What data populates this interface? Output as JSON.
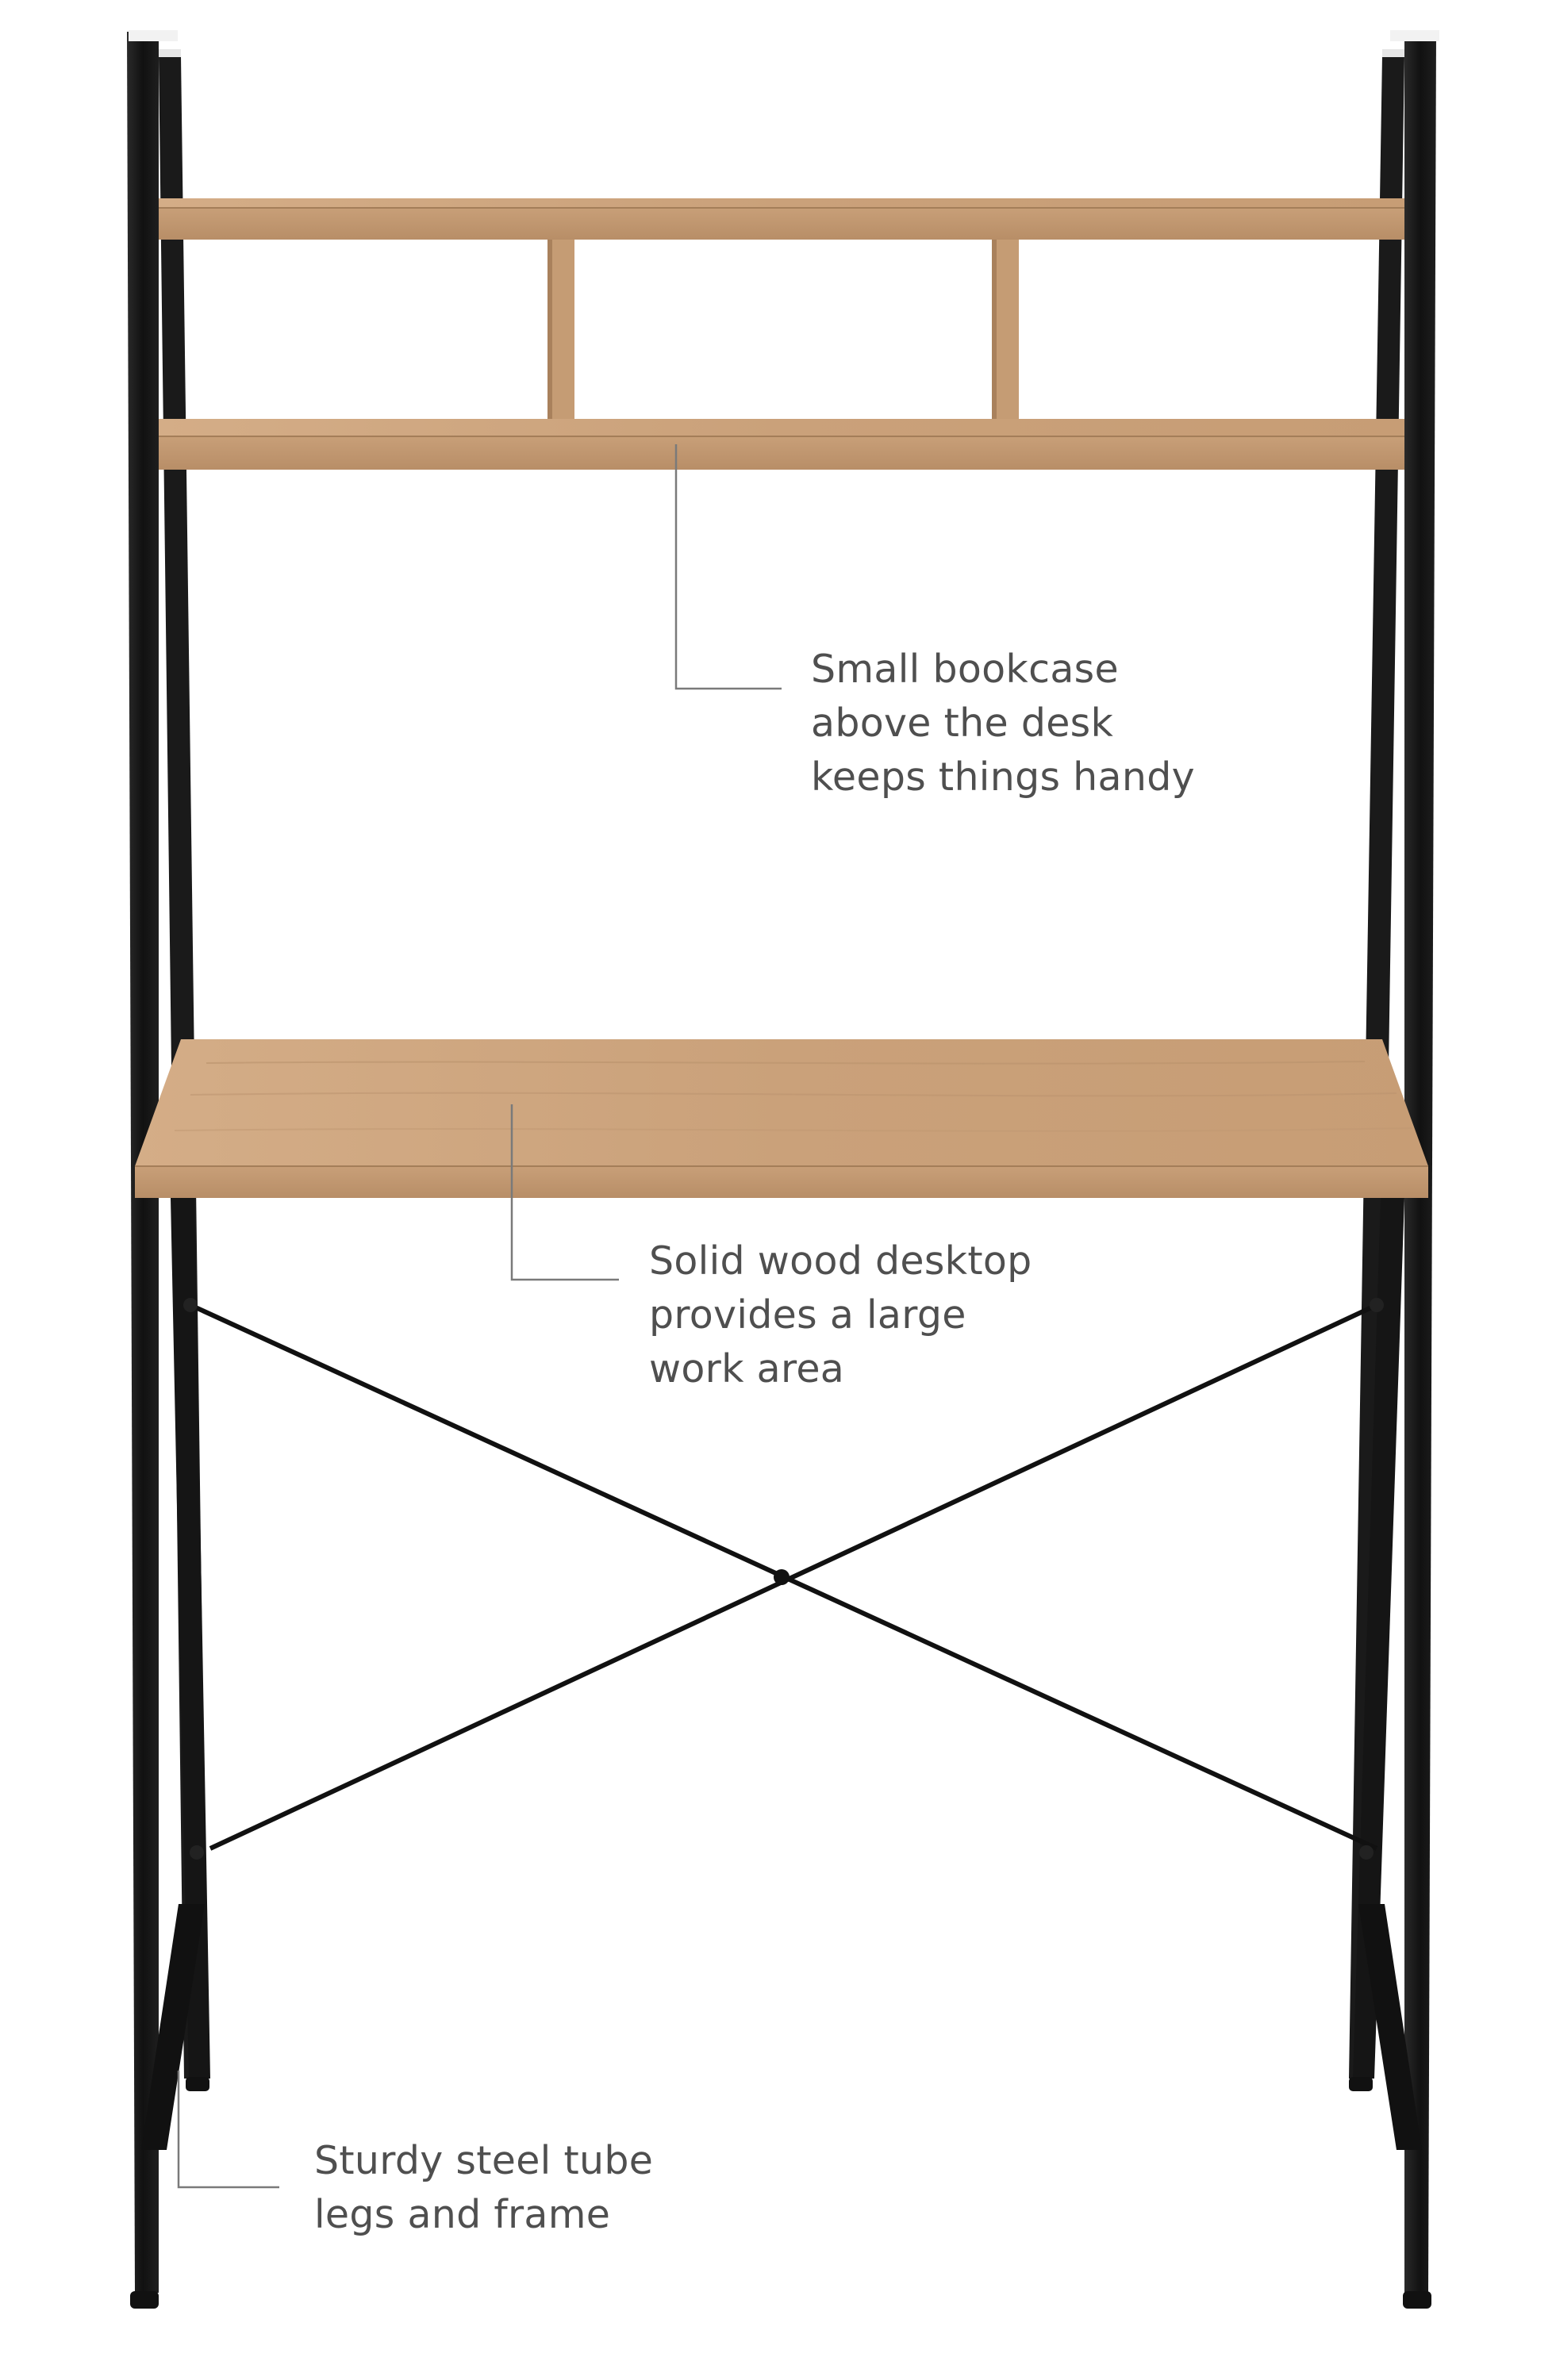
{
  "callouts": {
    "bookcase": [
      "Small bookcase",
      "above the desk",
      "keeps things handy"
    ],
    "desktop": [
      "Solid wood desktop",
      "provides a large",
      "work area"
    ],
    "legs": [
      "Sturdy steel tube",
      "legs and frame"
    ]
  },
  "colors": {
    "wood": "#c9a27d",
    "wood_dark": "#a9815c",
    "wood_light": "#d9b896",
    "steel": "#151515",
    "leader_line": "#7a7a7a",
    "text": "#4f4f4f",
    "background": "#ffffff"
  }
}
